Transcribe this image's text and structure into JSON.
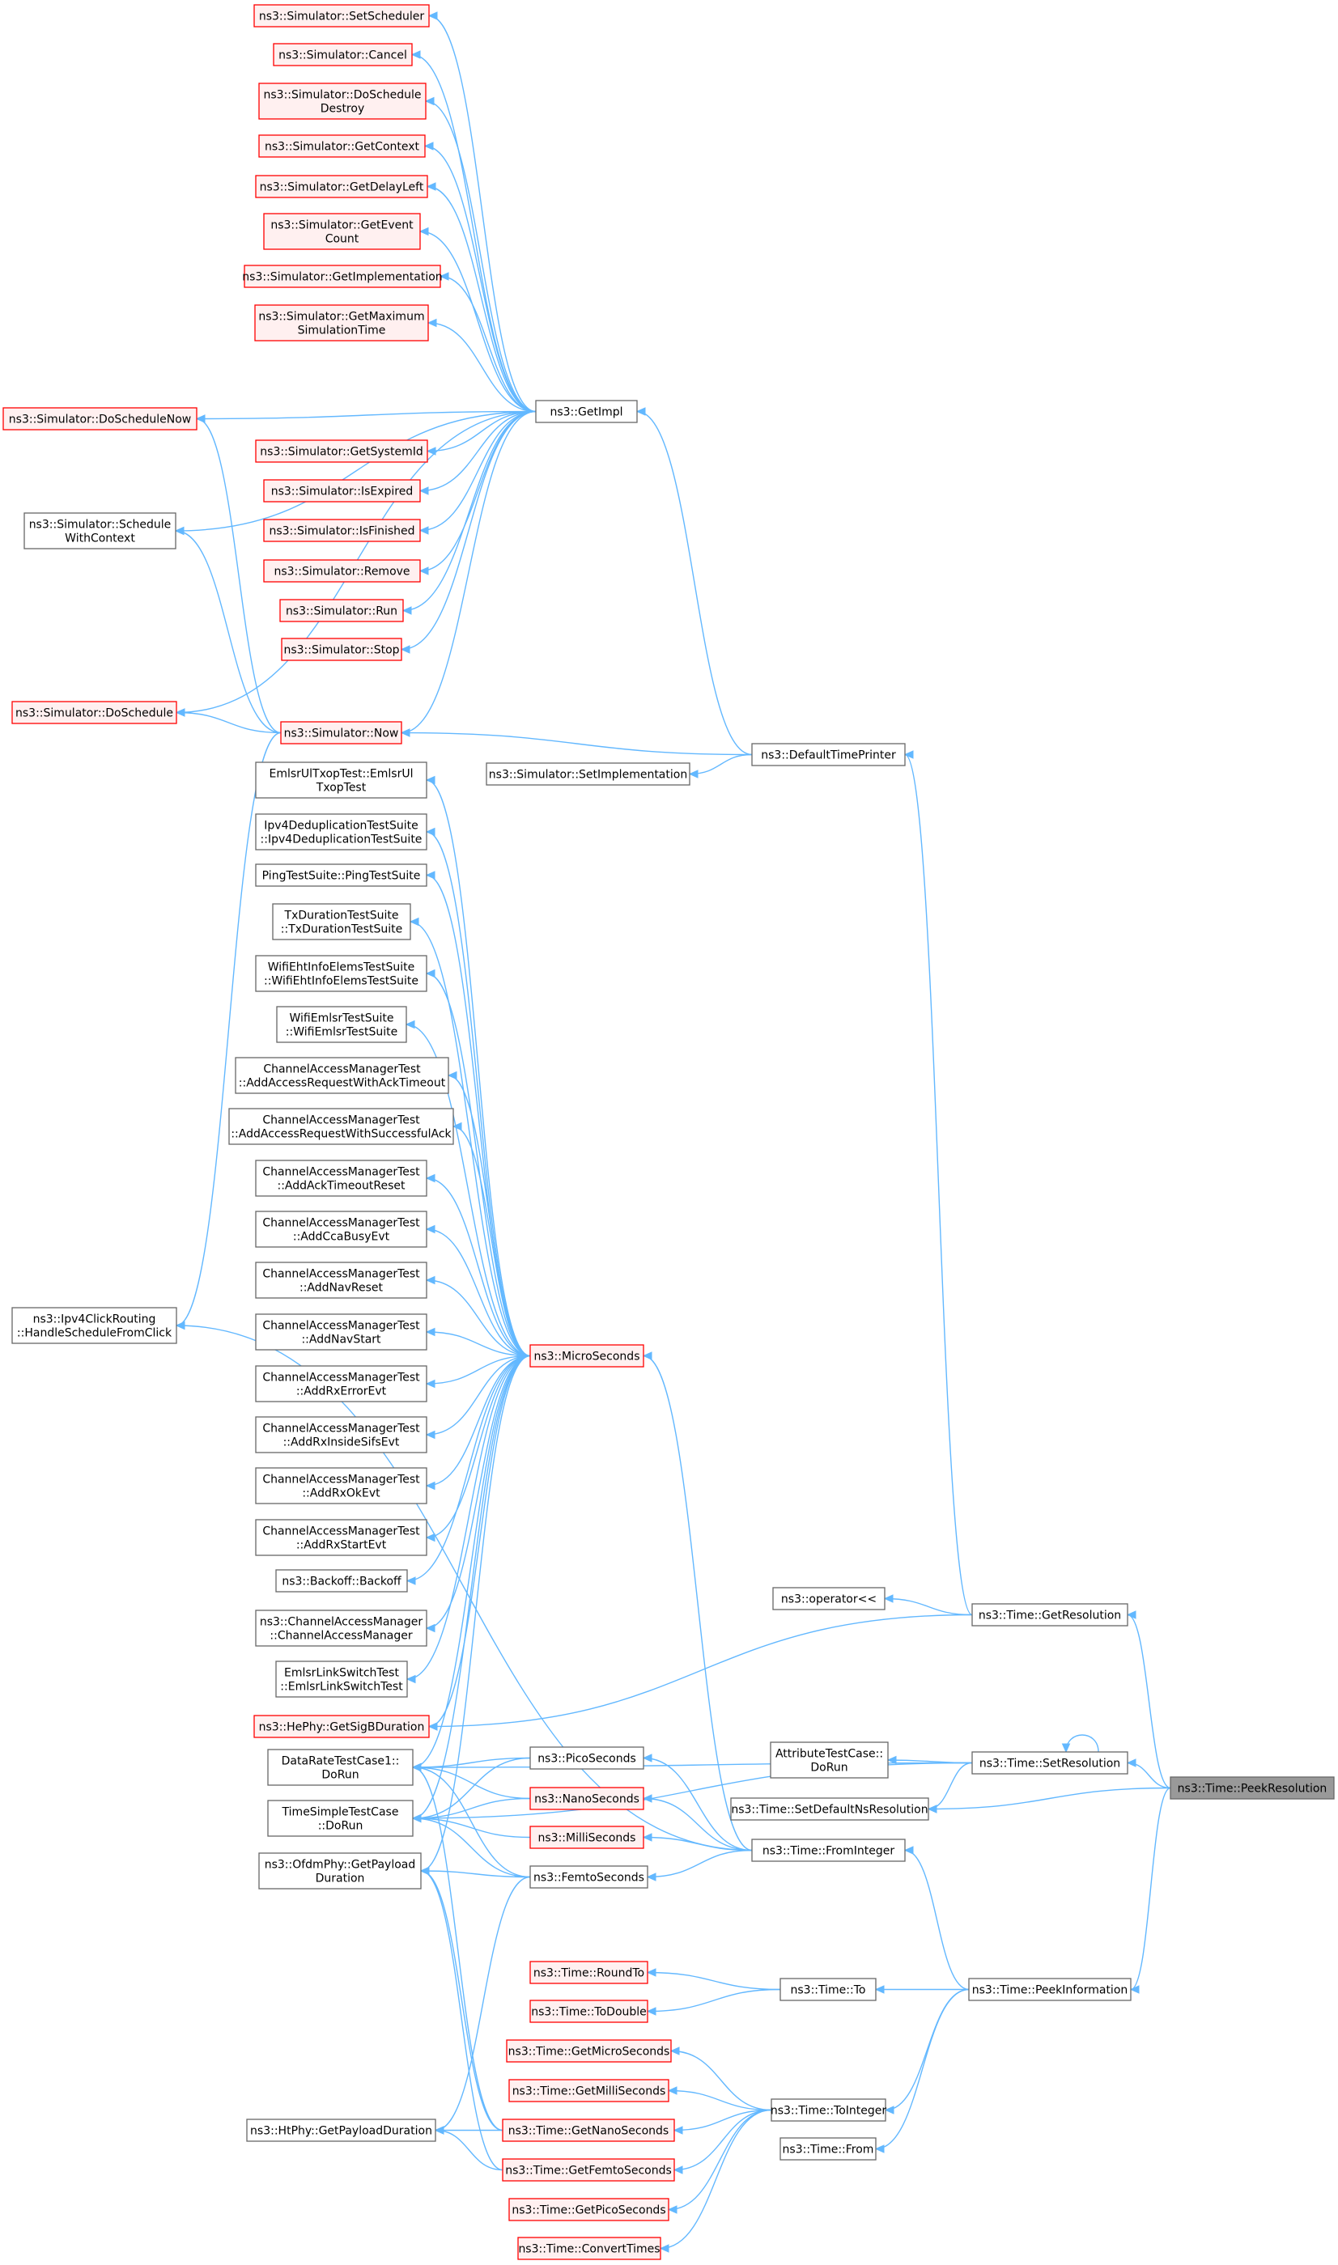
{
  "colors": {
    "edge": "#63b8ff",
    "node_default_border": "#666666",
    "node_default_fill": "#ffffff",
    "node_red_border": "#ff0000",
    "node_red_fill": "#fff0f0",
    "node_focus_border": "#666666",
    "node_focus_fill": "#999999"
  },
  "nodes": [
    {
      "id": "setscheduler",
      "lines": [
        "ns3::Simulator::SetScheduler"
      ],
      "style": "red"
    },
    {
      "id": "cancel",
      "lines": [
        "ns3::Simulator::Cancel"
      ],
      "style": "red"
    },
    {
      "id": "doscheduledestroy",
      "lines": [
        "ns3::Simulator::DoSchedule",
        "Destroy"
      ],
      "style": "red"
    },
    {
      "id": "getcontext",
      "lines": [
        "ns3::Simulator::GetContext"
      ],
      "style": "red"
    },
    {
      "id": "getdelayleft",
      "lines": [
        "ns3::Simulator::GetDelayLeft"
      ],
      "style": "red"
    },
    {
      "id": "geteventcount",
      "lines": [
        "ns3::Simulator::GetEvent",
        "Count"
      ],
      "style": "red"
    },
    {
      "id": "getimplementation",
      "lines": [
        "ns3::Simulator::GetImplementation"
      ],
      "style": "red"
    },
    {
      "id": "getmaxsimtime",
      "lines": [
        "ns3::Simulator::GetMaximum",
        "SimulationTime"
      ],
      "style": "red"
    },
    {
      "id": "getimpl",
      "lines": [
        "ns3::GetImpl"
      ],
      "style": "default"
    },
    {
      "id": "doschedulenow",
      "lines": [
        "ns3::Simulator::DoScheduleNow"
      ],
      "style": "red"
    },
    {
      "id": "getsystemid",
      "lines": [
        "ns3::Simulator::GetSystemId"
      ],
      "style": "red"
    },
    {
      "id": "scheduleWithContext",
      "lines": [
        "ns3::Simulator::Schedule",
        "WithContext"
      ],
      "style": "default"
    },
    {
      "id": "isexpired",
      "lines": [
        "ns3::Simulator::IsExpired"
      ],
      "style": "red"
    },
    {
      "id": "isfinished",
      "lines": [
        "ns3::Simulator::IsFinished"
      ],
      "style": "red"
    },
    {
      "id": "remove",
      "lines": [
        "ns3::Simulator::Remove"
      ],
      "style": "red"
    },
    {
      "id": "run",
      "lines": [
        "ns3::Simulator::Run"
      ],
      "style": "red"
    },
    {
      "id": "stop",
      "lines": [
        "ns3::Simulator::Stop"
      ],
      "style": "red"
    },
    {
      "id": "doschedule",
      "lines": [
        "ns3::Simulator::DoSchedule"
      ],
      "style": "red"
    },
    {
      "id": "now",
      "lines": [
        "ns3::Simulator::Now"
      ],
      "style": "red"
    },
    {
      "id": "defaulttimeprinter",
      "lines": [
        "ns3::DefaultTimePrinter"
      ],
      "style": "default"
    },
    {
      "id": "setimplementation",
      "lines": [
        "ns3::Simulator::SetImplementation"
      ],
      "style": "default"
    },
    {
      "id": "emlsrultxop",
      "lines": [
        "EmlsrUlTxopTest::EmlsrUl",
        "TxopTest"
      ],
      "style": "default"
    },
    {
      "id": "ipv4dedup",
      "lines": [
        "Ipv4DeduplicationTestSuite",
        "::Ipv4DeduplicationTestSuite"
      ],
      "style": "default"
    },
    {
      "id": "pingtestsuite",
      "lines": [
        "PingTestSuite::PingTestSuite"
      ],
      "style": "default"
    },
    {
      "id": "txduration",
      "lines": [
        "TxDurationTestSuite",
        "::TxDurationTestSuite"
      ],
      "style": "default"
    },
    {
      "id": "wifieht",
      "lines": [
        "WifiEhtInfoElemsTestSuite",
        "::WifiEhtInfoElemsTestSuite"
      ],
      "style": "default"
    },
    {
      "id": "wifiemlsr",
      "lines": [
        "WifiEmlsrTestSuite",
        "::WifiEmlsrTestSuite"
      ],
      "style": "default"
    },
    {
      "id": "camt_ackto",
      "lines": [
        "ChannelAccessManagerTest",
        "::AddAccessRequestWithAckTimeout"
      ],
      "style": "default"
    },
    {
      "id": "camt_succack",
      "lines": [
        "ChannelAccessManagerTest",
        "::AddAccessRequestWithSuccessfulAck"
      ],
      "style": "default"
    },
    {
      "id": "camt_acktoreset",
      "lines": [
        "ChannelAccessManagerTest",
        "::AddAckTimeoutReset"
      ],
      "style": "default"
    },
    {
      "id": "camt_ccabusy",
      "lines": [
        "ChannelAccessManagerTest",
        "::AddCcaBusyEvt"
      ],
      "style": "default"
    },
    {
      "id": "camt_navreset",
      "lines": [
        "ChannelAccessManagerTest",
        "::AddNavReset"
      ],
      "style": "default"
    },
    {
      "id": "camt_navstart",
      "lines": [
        "ChannelAccessManagerTest",
        "::AddNavStart"
      ],
      "style": "default"
    },
    {
      "id": "ipv4click",
      "lines": [
        "ns3::Ipv4ClickRouting",
        "::HandleScheduleFromClick"
      ],
      "style": "default"
    },
    {
      "id": "microseconds",
      "lines": [
        "ns3::MicroSeconds"
      ],
      "style": "red"
    },
    {
      "id": "camt_rxerror",
      "lines": [
        "ChannelAccessManagerTest",
        "::AddRxErrorEvt"
      ],
      "style": "default"
    },
    {
      "id": "camt_rxsifs",
      "lines": [
        "ChannelAccessManagerTest",
        "::AddRxInsideSifsEvt"
      ],
      "style": "default"
    },
    {
      "id": "camt_rxok",
      "lines": [
        "ChannelAccessManagerTest",
        "::AddRxOkEvt"
      ],
      "style": "default"
    },
    {
      "id": "camt_rxstart",
      "lines": [
        "ChannelAccessManagerTest",
        "::AddRxStartEvt"
      ],
      "style": "default"
    },
    {
      "id": "backoff",
      "lines": [
        "ns3::Backoff::Backoff"
      ],
      "style": "default"
    },
    {
      "id": "cam",
      "lines": [
        "ns3::ChannelAccessManager",
        "::ChannelAccessManager"
      ],
      "style": "default"
    },
    {
      "id": "operatorll",
      "lines": [
        "ns3::operator<<"
      ],
      "style": "default"
    },
    {
      "id": "getresolution",
      "lines": [
        "ns3::Time::GetResolution"
      ],
      "style": "default"
    },
    {
      "id": "emlsrlink",
      "lines": [
        "EmlsrLinkSwitchTest",
        "::EmlsrLinkSwitchTest"
      ],
      "style": "default"
    },
    {
      "id": "hephy",
      "lines": [
        "ns3::HePhy::GetSigBDuration"
      ],
      "style": "red"
    },
    {
      "id": "datarate",
      "lines": [
        "DataRateTestCase1::",
        "DoRun"
      ],
      "style": "default"
    },
    {
      "id": "picoseconds",
      "lines": [
        "ns3::PicoSeconds"
      ],
      "style": "default"
    },
    {
      "id": "attrtest",
      "lines": [
        "AttributeTestCase::",
        "DoRun"
      ],
      "style": "default"
    },
    {
      "id": "setresolution",
      "lines": [
        "ns3::Time::SetResolution"
      ],
      "style": "default"
    },
    {
      "id": "peekresolution",
      "lines": [
        "ns3::Time::PeekResolution"
      ],
      "style": "focus"
    },
    {
      "id": "nanoseconds",
      "lines": [
        "ns3::NanoSeconds"
      ],
      "style": "red"
    },
    {
      "id": "setdefaultns",
      "lines": [
        "ns3::Time::SetDefaultNsResolution"
      ],
      "style": "default"
    },
    {
      "id": "timesimple",
      "lines": [
        "TimeSimpleTestCase",
        "::DoRun"
      ],
      "style": "default"
    },
    {
      "id": "milliseconds",
      "lines": [
        "ns3::MilliSeconds"
      ],
      "style": "red"
    },
    {
      "id": "frominteger",
      "lines": [
        "ns3::Time::FromInteger"
      ],
      "style": "default"
    },
    {
      "id": "ofdmphy",
      "lines": [
        "ns3::OfdmPhy::GetPayload",
        "Duration"
      ],
      "style": "default"
    },
    {
      "id": "femtoseconds",
      "lines": [
        "ns3::FemtoSeconds"
      ],
      "style": "default"
    },
    {
      "id": "roundto",
      "lines": [
        "ns3::Time::RoundTo"
      ],
      "style": "red"
    },
    {
      "id": "to",
      "lines": [
        "ns3::Time::To"
      ],
      "style": "default"
    },
    {
      "id": "peekinformation",
      "lines": [
        "ns3::Time::PeekInformation"
      ],
      "style": "default"
    },
    {
      "id": "todouble",
      "lines": [
        "ns3::Time::ToDouble"
      ],
      "style": "red"
    },
    {
      "id": "getmicroseconds",
      "lines": [
        "ns3::Time::GetMicroSeconds"
      ],
      "style": "red"
    },
    {
      "id": "getmilliseconds",
      "lines": [
        "ns3::Time::GetMilliSeconds"
      ],
      "style": "red"
    },
    {
      "id": "tointeger",
      "lines": [
        "ns3::Time::ToInteger"
      ],
      "style": "default"
    },
    {
      "id": "htphy",
      "lines": [
        "ns3::HtPhy::GetPayloadDuration"
      ],
      "style": "default"
    },
    {
      "id": "getnanoseconds",
      "lines": [
        "ns3::Time::GetNanoSeconds"
      ],
      "style": "red"
    },
    {
      "id": "from",
      "lines": [
        "ns3::Time::From"
      ],
      "style": "default"
    },
    {
      "id": "getfemtoseconds",
      "lines": [
        "ns3::Time::GetFemtoSeconds"
      ],
      "style": "red"
    },
    {
      "id": "getpicoseconds",
      "lines": [
        "ns3::Time::GetPicoSeconds"
      ],
      "style": "red"
    },
    {
      "id": "converttimes",
      "lines": [
        "ns3::Time::ConvertTimes"
      ],
      "style": "red"
    }
  ],
  "edges": [
    [
      "getimpl",
      "setscheduler"
    ],
    [
      "getimpl",
      "cancel"
    ],
    [
      "getimpl",
      "doscheduledestroy"
    ],
    [
      "getimpl",
      "getcontext"
    ],
    [
      "getimpl",
      "getdelayleft"
    ],
    [
      "getimpl",
      "geteventcount"
    ],
    [
      "getimpl",
      "getimplementation"
    ],
    [
      "getimpl",
      "getmaxsimtime"
    ],
    [
      "getimpl",
      "doschedulenow"
    ],
    [
      "getimpl",
      "getsystemid"
    ],
    [
      "getimpl",
      "scheduleWithContext"
    ],
    [
      "getimpl",
      "isexpired"
    ],
    [
      "getimpl",
      "isfinished"
    ],
    [
      "getimpl",
      "remove"
    ],
    [
      "getimpl",
      "run"
    ],
    [
      "getimpl",
      "stop"
    ],
    [
      "getimpl",
      "doschedule"
    ],
    [
      "getimpl",
      "now"
    ],
    [
      "now",
      "doschedulenow"
    ],
    [
      "now",
      "scheduleWithContext"
    ],
    [
      "now",
      "doschedule"
    ],
    [
      "now",
      "ipv4click"
    ],
    [
      "defaulttimeprinter",
      "getimpl"
    ],
    [
      "defaulttimeprinter",
      "now"
    ],
    [
      "defaulttimeprinter",
      "setimplementation"
    ],
    [
      "getresolution",
      "defaulttimeprinter"
    ],
    [
      "getresolution",
      "operatorll"
    ],
    [
      "getresolution",
      "hephy"
    ],
    [
      "microseconds",
      "emlsrultxop"
    ],
    [
      "microseconds",
      "ipv4dedup"
    ],
    [
      "microseconds",
      "pingtestsuite"
    ],
    [
      "microseconds",
      "txduration"
    ],
    [
      "microseconds",
      "wifieht"
    ],
    [
      "microseconds",
      "wifiemlsr"
    ],
    [
      "microseconds",
      "camt_ackto"
    ],
    [
      "microseconds",
      "camt_succack"
    ],
    [
      "microseconds",
      "camt_acktoreset"
    ],
    [
      "microseconds",
      "camt_ccabusy"
    ],
    [
      "microseconds",
      "camt_navreset"
    ],
    [
      "microseconds",
      "camt_navstart"
    ],
    [
      "microseconds",
      "camt_rxerror"
    ],
    [
      "microseconds",
      "camt_rxsifs"
    ],
    [
      "microseconds",
      "camt_rxok"
    ],
    [
      "microseconds",
      "camt_rxstart"
    ],
    [
      "microseconds",
      "backoff"
    ],
    [
      "microseconds",
      "cam"
    ],
    [
      "microseconds",
      "emlsrlink"
    ],
    [
      "microseconds",
      "hephy"
    ],
    [
      "microseconds",
      "datarate"
    ],
    [
      "microseconds",
      "timesimple"
    ],
    [
      "microseconds",
      "ofdmphy"
    ],
    [
      "frominteger",
      "microseconds"
    ],
    [
      "frominteger",
      "picoseconds"
    ],
    [
      "frominteger",
      "nanoseconds"
    ],
    [
      "frominteger",
      "milliseconds"
    ],
    [
      "frominteger",
      "femtoseconds"
    ],
    [
      "frominteger",
      "ipv4click"
    ],
    [
      "picoseconds",
      "datarate"
    ],
    [
      "picoseconds",
      "timesimple"
    ],
    [
      "nanoseconds",
      "datarate"
    ],
    [
      "nanoseconds",
      "timesimple"
    ],
    [
      "milliseconds",
      "timesimple"
    ],
    [
      "femtoseconds",
      "datarate"
    ],
    [
      "femtoseconds",
      "timesimple"
    ],
    [
      "femtoseconds",
      "ofdmphy"
    ],
    [
      "femtoseconds",
      "htphy"
    ],
    [
      "setresolution",
      "attrtest"
    ],
    [
      "setresolution",
      "setdefaultns"
    ],
    [
      "setresolution",
      "datarate"
    ],
    [
      "setresolution",
      "timesimple"
    ],
    [
      "setresolution",
      "setresolution"
    ],
    [
      "peekresolution",
      "getresolution"
    ],
    [
      "peekresolution",
      "setresolution"
    ],
    [
      "peekresolution",
      "setdefaultns"
    ],
    [
      "peekresolution",
      "peekinformation"
    ],
    [
      "peekinformation",
      "frominteger"
    ],
    [
      "peekinformation",
      "to"
    ],
    [
      "peekinformation",
      "tointeger"
    ],
    [
      "peekinformation",
      "from"
    ],
    [
      "to",
      "roundto"
    ],
    [
      "to",
      "todouble"
    ],
    [
      "tointeger",
      "getmicroseconds"
    ],
    [
      "tointeger",
      "getmilliseconds"
    ],
    [
      "tointeger",
      "getnanoseconds"
    ],
    [
      "tointeger",
      "getfemtoseconds"
    ],
    [
      "tointeger",
      "getpicoseconds"
    ],
    [
      "tointeger",
      "converttimes"
    ],
    [
      "getnanoseconds",
      "htphy"
    ],
    [
      "getnanoseconds",
      "ofdmphy"
    ],
    [
      "getnanoseconds",
      "datarate"
    ],
    [
      "getfemtoseconds",
      "htphy"
    ],
    [
      "getfemtoseconds",
      "ofdmphy"
    ]
  ]
}
